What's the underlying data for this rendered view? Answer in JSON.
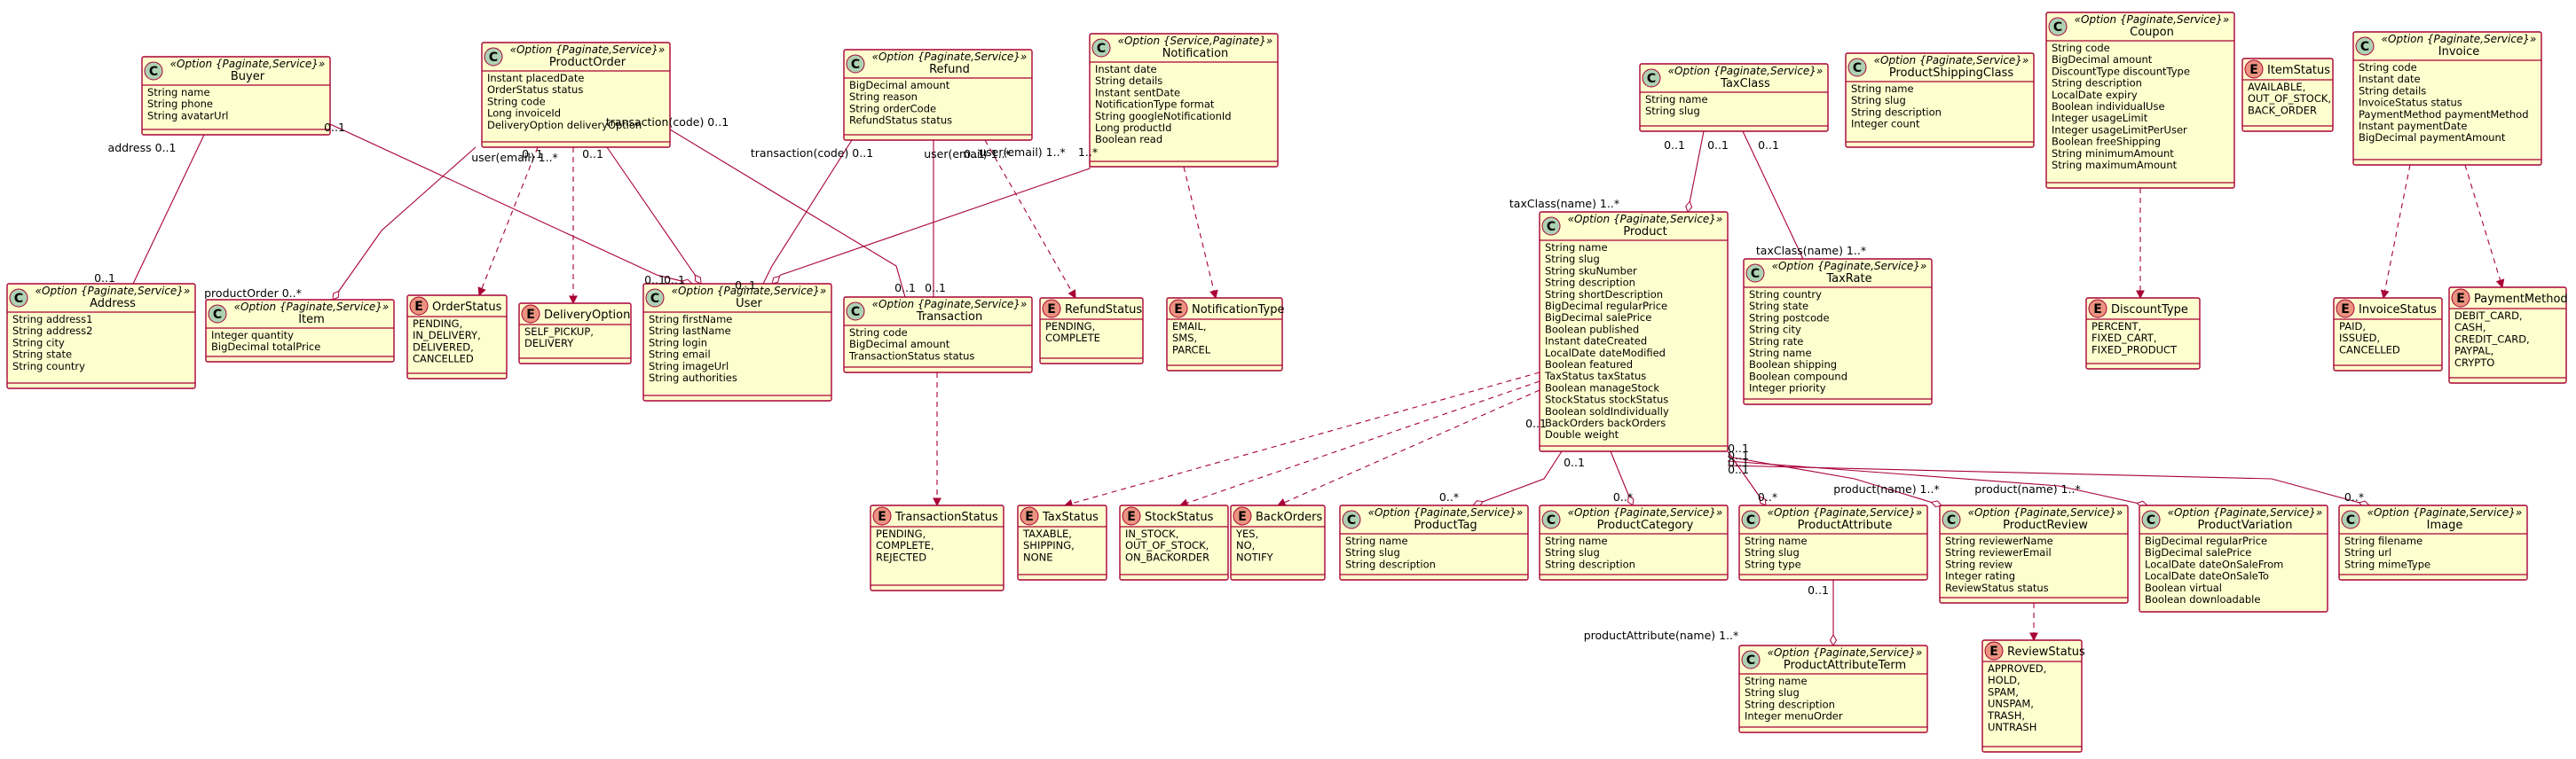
{
  "classes": [
    {
      "id": "Buyer",
      "kind": "class",
      "stereotype": "«Option {Paginate,Service}»",
      "name": "Buyer",
      "attributes": [
        "String name",
        "String phone",
        "String avatarUrl"
      ]
    },
    {
      "id": "ProductOrder",
      "kind": "class",
      "stereotype": "«Option {Paginate,Service}»",
      "name": "ProductOrder",
      "attributes": [
        "Instant placedDate",
        "OrderStatus status",
        "String code",
        "Long invoiceId",
        "DeliveryOption deliveryOption"
      ]
    },
    {
      "id": "Refund",
      "kind": "class",
      "stereotype": "«Option {Paginate,Service}»",
      "name": "Refund",
      "attributes": [
        "BigDecimal amount",
        "String reason",
        "String orderCode",
        "RefundStatus status"
      ]
    },
    {
      "id": "Notification",
      "kind": "class",
      "stereotype": "«Option {Service,Paginate}»",
      "name": "Notification",
      "attributes": [
        "Instant date",
        "String details",
        "Instant sentDate",
        "NotificationType format",
        "String googleNotificationId",
        "Long productId",
        "Boolean read"
      ]
    },
    {
      "id": "TaxClass",
      "kind": "class",
      "stereotype": "«Option {Paginate,Service}»",
      "name": "TaxClass",
      "attributes": [
        "String name",
        "String slug"
      ]
    },
    {
      "id": "ProductShippingClass",
      "kind": "class",
      "stereotype": "«Option {Paginate,Service}»",
      "name": "ProductShippingClass",
      "attributes": [
        "String name",
        "String slug",
        "String description",
        "Integer count"
      ]
    },
    {
      "id": "Coupon",
      "kind": "class",
      "stereotype": "«Option {Paginate,Service}»",
      "name": "Coupon",
      "attributes": [
        "String code",
        "BigDecimal amount",
        "DiscountType discountType",
        "String description",
        "LocalDate expiry",
        "Boolean individualUse",
        "Integer usageLimit",
        "Integer usageLimitPerUser",
        "Boolean freeShipping",
        "String minimumAmount",
        "String maximumAmount"
      ]
    },
    {
      "id": "ItemStatus",
      "kind": "enum",
      "stereotype": "",
      "name": "ItemStatus",
      "attributes": [
        "AVAILABLE,",
        "OUT_OF_STOCK,",
        "BACK_ORDER"
      ]
    },
    {
      "id": "Invoice",
      "kind": "class",
      "stereotype": "«Option {Paginate,Service}»",
      "name": "Invoice",
      "attributes": [
        "String code",
        "Instant date",
        "String details",
        "InvoiceStatus status",
        "PaymentMethod paymentMethod",
        "Instant paymentDate",
        "BigDecimal paymentAmount"
      ]
    },
    {
      "id": "Address",
      "kind": "class",
      "stereotype": "«Option {Paginate,Service}»",
      "name": "Address",
      "attributes": [
        "String address1",
        "String address2",
        "String city",
        "String state",
        "String country"
      ]
    },
    {
      "id": "Item",
      "kind": "class",
      "stereotype": "«Option {Paginate,Service}»",
      "name": "Item",
      "attributes": [
        "Integer quantity",
        "BigDecimal totalPrice"
      ]
    },
    {
      "id": "OrderStatus",
      "kind": "enum",
      "stereotype": "",
      "name": "OrderStatus",
      "attributes": [
        "PENDING,",
        "IN_DELIVERY,",
        "DELIVERED,",
        "CANCELLED"
      ]
    },
    {
      "id": "DeliveryOption",
      "kind": "enum",
      "stereotype": "",
      "name": "DeliveryOption",
      "attributes": [
        "SELF_PICKUP,",
        "DELIVERY"
      ]
    },
    {
      "id": "User",
      "kind": "class",
      "stereotype": "«Option {Paginate,Service}»",
      "name": "User",
      "attributes": [
        "String firstName",
        "String lastName",
        "String login",
        "String email",
        "String imageUrl",
        "String authorities"
      ]
    },
    {
      "id": "Transaction",
      "kind": "class",
      "stereotype": "«Option {Paginate,Service}»",
      "name": "Transaction",
      "attributes": [
        "String code",
        "BigDecimal amount",
        "TransactionStatus status"
      ]
    },
    {
      "id": "RefundStatus",
      "kind": "enum",
      "stereotype": "",
      "name": "RefundStatus",
      "attributes": [
        "PENDING,",
        "COMPLETE"
      ]
    },
    {
      "id": "NotificationType",
      "kind": "enum",
      "stereotype": "",
      "name": "NotificationType",
      "attributes": [
        "EMAIL,",
        "SMS,",
        "PARCEL"
      ]
    },
    {
      "id": "Product",
      "kind": "class",
      "stereotype": "«Option {Paginate,Service}»",
      "name": "Product",
      "attributes": [
        "String name",
        "String slug",
        "String skuNumber",
        "String description",
        "String shortDescription",
        "BigDecimal regularPrice",
        "BigDecimal salePrice",
        "Boolean published",
        "Instant dateCreated",
        "LocalDate dateModified",
        "Boolean featured",
        "TaxStatus taxStatus",
        "Boolean manageStock",
        "StockStatus stockStatus",
        "Boolean soldIndividually",
        "BackOrders backOrders",
        "Double weight"
      ]
    },
    {
      "id": "TaxRate",
      "kind": "class",
      "stereotype": "«Option {Paginate,Service}»",
      "name": "TaxRate",
      "attributes": [
        "String country",
        "String state",
        "String postcode",
        "String city",
        "String rate",
        "String name",
        "Boolean shipping",
        "Boolean compound",
        "Integer priority"
      ]
    },
    {
      "id": "DiscountType",
      "kind": "enum",
      "stereotype": "",
      "name": "DiscountType",
      "attributes": [
        "PERCENT,",
        "FIXED_CART,",
        "FIXED_PRODUCT"
      ]
    },
    {
      "id": "InvoiceStatus",
      "kind": "enum",
      "stereotype": "",
      "name": "InvoiceStatus",
      "attributes": [
        "PAID,",
        "ISSUED,",
        "CANCELLED"
      ]
    },
    {
      "id": "PaymentMethod",
      "kind": "enum",
      "stereotype": "",
      "name": "PaymentMethod",
      "attributes": [
        "DEBIT_CARD,",
        "CASH,",
        "CREDIT_CARD,",
        "PAYPAL,",
        "CRYPTO"
      ]
    },
    {
      "id": "TransactionStatus",
      "kind": "enum",
      "stereotype": "",
      "name": "TransactionStatus",
      "attributes": [
        "PENDING,",
        "COMPLETE,",
        "REJECTED"
      ]
    },
    {
      "id": "TaxStatus",
      "kind": "enum",
      "stereotype": "",
      "name": "TaxStatus",
      "attributes": [
        "TAXABLE,",
        "SHIPPING,",
        "NONE"
      ]
    },
    {
      "id": "StockStatus",
      "kind": "enum",
      "stereotype": "",
      "name": "StockStatus",
      "attributes": [
        "IN_STOCK,",
        "OUT_OF_STOCK,",
        "ON_BACKORDER"
      ]
    },
    {
      "id": "BackOrders",
      "kind": "enum",
      "stereotype": "",
      "name": "BackOrders",
      "attributes": [
        "YES,",
        "NO,",
        "NOTIFY"
      ]
    },
    {
      "id": "ProductTag",
      "kind": "class",
      "stereotype": "«Option {Paginate,Service}»",
      "name": "ProductTag",
      "attributes": [
        "String name",
        "String slug",
        "String description"
      ]
    },
    {
      "id": "ProductCategory",
      "kind": "class",
      "stereotype": "«Option {Paginate,Service}»",
      "name": "ProductCategory",
      "attributes": [
        "String name",
        "String slug",
        "String description"
      ]
    },
    {
      "id": "ProductAttribute",
      "kind": "class",
      "stereotype": "«Option {Paginate,Service}»",
      "name": "ProductAttribute",
      "attributes": [
        "String name",
        "String slug",
        "String type"
      ]
    },
    {
      "id": "ProductReview",
      "kind": "class",
      "stereotype": "«Option {Paginate,Service}»",
      "name": "ProductReview",
      "attributes": [
        "String reviewerName",
        "String reviewerEmail",
        "String review",
        "Integer rating",
        "ReviewStatus status"
      ]
    },
    {
      "id": "ProductVariation",
      "kind": "class",
      "stereotype": "«Option {Paginate,Service}»",
      "name": "ProductVariation",
      "attributes": [
        "BigDecimal regularPrice",
        "BigDecimal salePrice",
        "LocalDate dateOnSaleFrom",
        "LocalDate dateOnSaleTo",
        "Boolean virtual",
        "Boolean downloadable"
      ]
    },
    {
      "id": "Image",
      "kind": "class",
      "stereotype": "«Option {Paginate,Service}»",
      "name": "Image",
      "attributes": [
        "String filename",
        "String url",
        "String mimeType"
      ]
    },
    {
      "id": "ProductAttributeTerm",
      "kind": "class",
      "stereotype": "«Option {Paginate,Service}»",
      "name": "ProductAttributeTerm",
      "attributes": [
        "String name",
        "String slug",
        "String description",
        "Integer menuOrder"
      ]
    },
    {
      "id": "ReviewStatus",
      "kind": "enum",
      "stereotype": "",
      "name": "ReviewStatus",
      "attributes": [
        "APPROVED,",
        "HOLD,",
        "SPAM,",
        "UNSPAM,",
        "TRASH,",
        "UNTRASH"
      ]
    }
  ],
  "labels": [
    "0..1",
    "address 0..1",
    "0..1",
    "0..1",
    "productOrder 0..*",
    "user(email) 1..*",
    "0..1",
    "0..1",
    "0..1",
    "transaction(code) 0..1",
    "0..1",
    "transaction(code) 0..1",
    "user(email) 1..*",
    "0..1",
    "0..1",
    "0..1",
    "1..*",
    "user(email) 1..*",
    "0..1",
    "0..1",
    "taxClass(name) 1..*",
    "0..1",
    "taxClass(name) 1..*",
    "0..1",
    "0..*",
    "0..1",
    "0..*",
    "0..1",
    "0..1",
    "0..1",
    "0..1",
    "0..*",
    "product(name) 1..*",
    "product(name) 1..*",
    "0..*",
    "productAttribute(name) 1..*",
    "0..1"
  ],
  "colors": {
    "box_fill": "#FEFECE",
    "box_border": "#A80036",
    "class_mark": "#ADD1B2",
    "enum_mark": "#EB937F"
  }
}
